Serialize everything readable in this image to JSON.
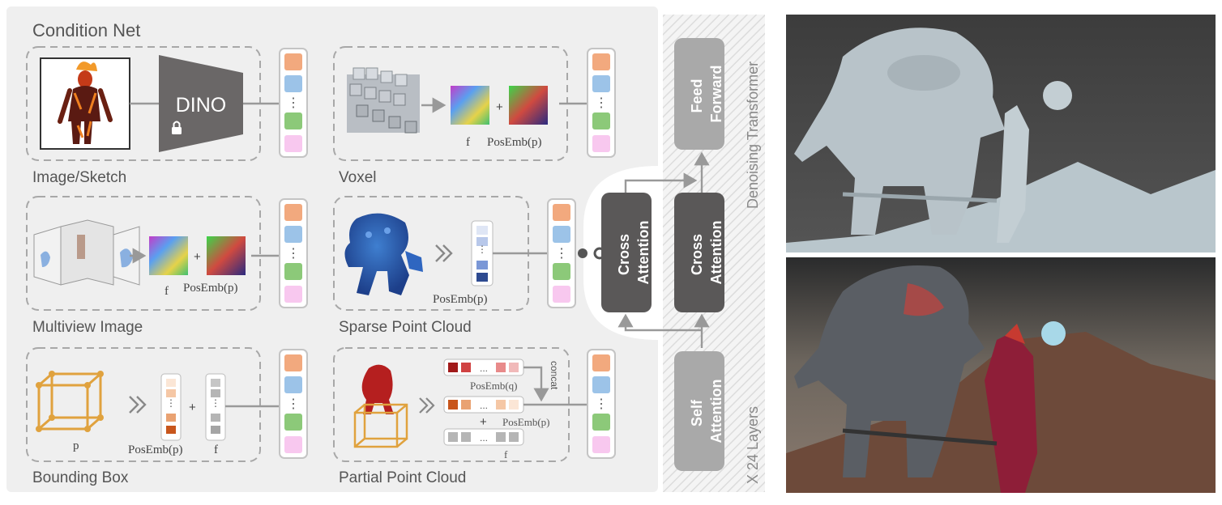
{
  "condition_net": {
    "title": "Condition Net",
    "panels": {
      "image_sketch": {
        "label": "Image/Sketch",
        "encoder": "DINO"
      },
      "voxel": {
        "label": "Voxel",
        "feature": "f",
        "plus": "+",
        "posemb": "PosEmb(p)"
      },
      "multiview": {
        "label": "Multiview Image",
        "feature": "f",
        "plus": "+",
        "posemb": "PosEmb(p)"
      },
      "sparse_pc": {
        "label": "Sparse Point Cloud",
        "posemb": "PosEmb(p)"
      },
      "bbox": {
        "label": "Bounding Box",
        "point": "p",
        "plus": "+",
        "posemb": "PosEmb(p)",
        "feature": "f"
      },
      "partial_pc": {
        "label": "Partial Point Cloud",
        "posemb_q": "PosEmb(q)",
        "concat": "concat",
        "plus": "+",
        "posemb_p": "PosEmb(p)",
        "feature": "f",
        "ellipsis": "..."
      }
    }
  },
  "transformer": {
    "title": "Denoising Transformer",
    "layers": "X 24 Layers",
    "cross_attention_1": "Cross\nAttention",
    "cross_attention_2": "Cross\nAttention",
    "self_attention": "Self\nAttention",
    "feed_forward": "Feed\nForward"
  },
  "colors": {
    "token_orange": "#f2a97e",
    "token_blue": "#9cc3e8",
    "token_green": "#8cc979",
    "token_pink": "#f8c8ef",
    "module_dark": "#5a5858",
    "module_light": "#a9a9a9",
    "bbox_orange": "#e0a23e",
    "panel_bg": "#efefef"
  }
}
